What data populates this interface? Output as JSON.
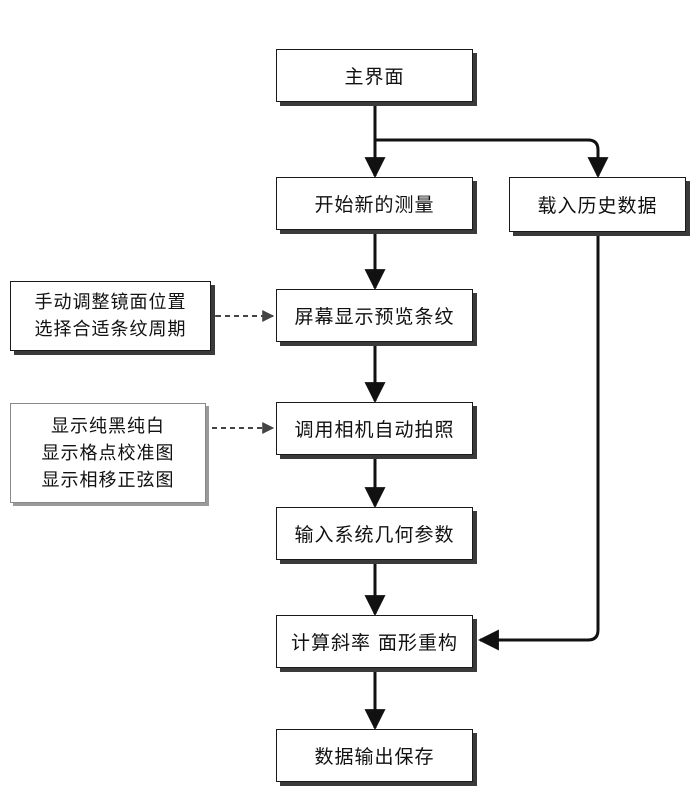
{
  "nodes": {
    "main": "主界面",
    "new_measure": "开始新的测量",
    "load_history": "载入历史数据",
    "preview": "屏幕显示预览条纹",
    "capture": "调用相机自动拍照",
    "params": "输入系统几何参数",
    "compute": "计算斜率 面形重构",
    "save": "数据输出保存"
  },
  "side_notes": {
    "mirror": [
      "手动调整镜面位置",
      "选择合适条纹周期"
    ],
    "patterns": [
      "显示纯黑纯白",
      "显示格点校准图",
      "显示相移正弦图"
    ]
  }
}
